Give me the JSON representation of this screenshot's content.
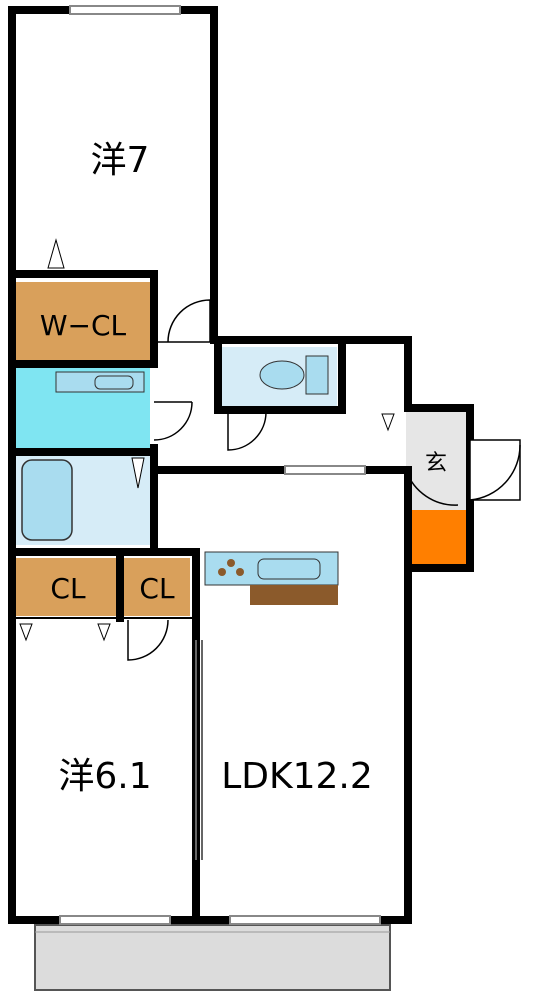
{
  "rooms": {
    "western_room_1": "洋7",
    "walk_in_closet": "W−CL",
    "closet_1": "CL",
    "closet_2": "CL",
    "western_room_2": "洋6.1",
    "ldk": "LDK12.2",
    "entrance": "玄"
  },
  "colors": {
    "closet": "#d9a05b",
    "washroom": "#7fe5f2",
    "wet_area": "#d6ecf7",
    "fixture": "#a9dcef",
    "shoe_cabinet": "#ff7f00",
    "counter": "#8b5a2b",
    "entrance_floor": "#e6e6e6",
    "balcony": "#dcdcdc",
    "wall": "#000000"
  }
}
